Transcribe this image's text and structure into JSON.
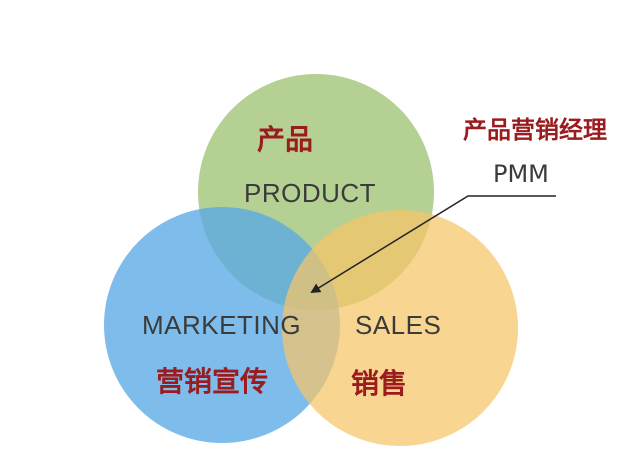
{
  "circles": {
    "product": {
      "label_en": "PRODUCT",
      "label_zh": "产品",
      "color": "#a7c87f"
    },
    "marketing": {
      "label_en": "MARKETING",
      "label_zh": "营销宣传",
      "color": "#5aa9e6"
    },
    "sales": {
      "label_en": "SALES",
      "label_zh": "销售",
      "color": "#f7c568"
    }
  },
  "callout": {
    "label_zh": "产品营销经理",
    "label_en": "PMM",
    "text_color_zh": "#9b1c1f",
    "line_color": "#222222"
  }
}
